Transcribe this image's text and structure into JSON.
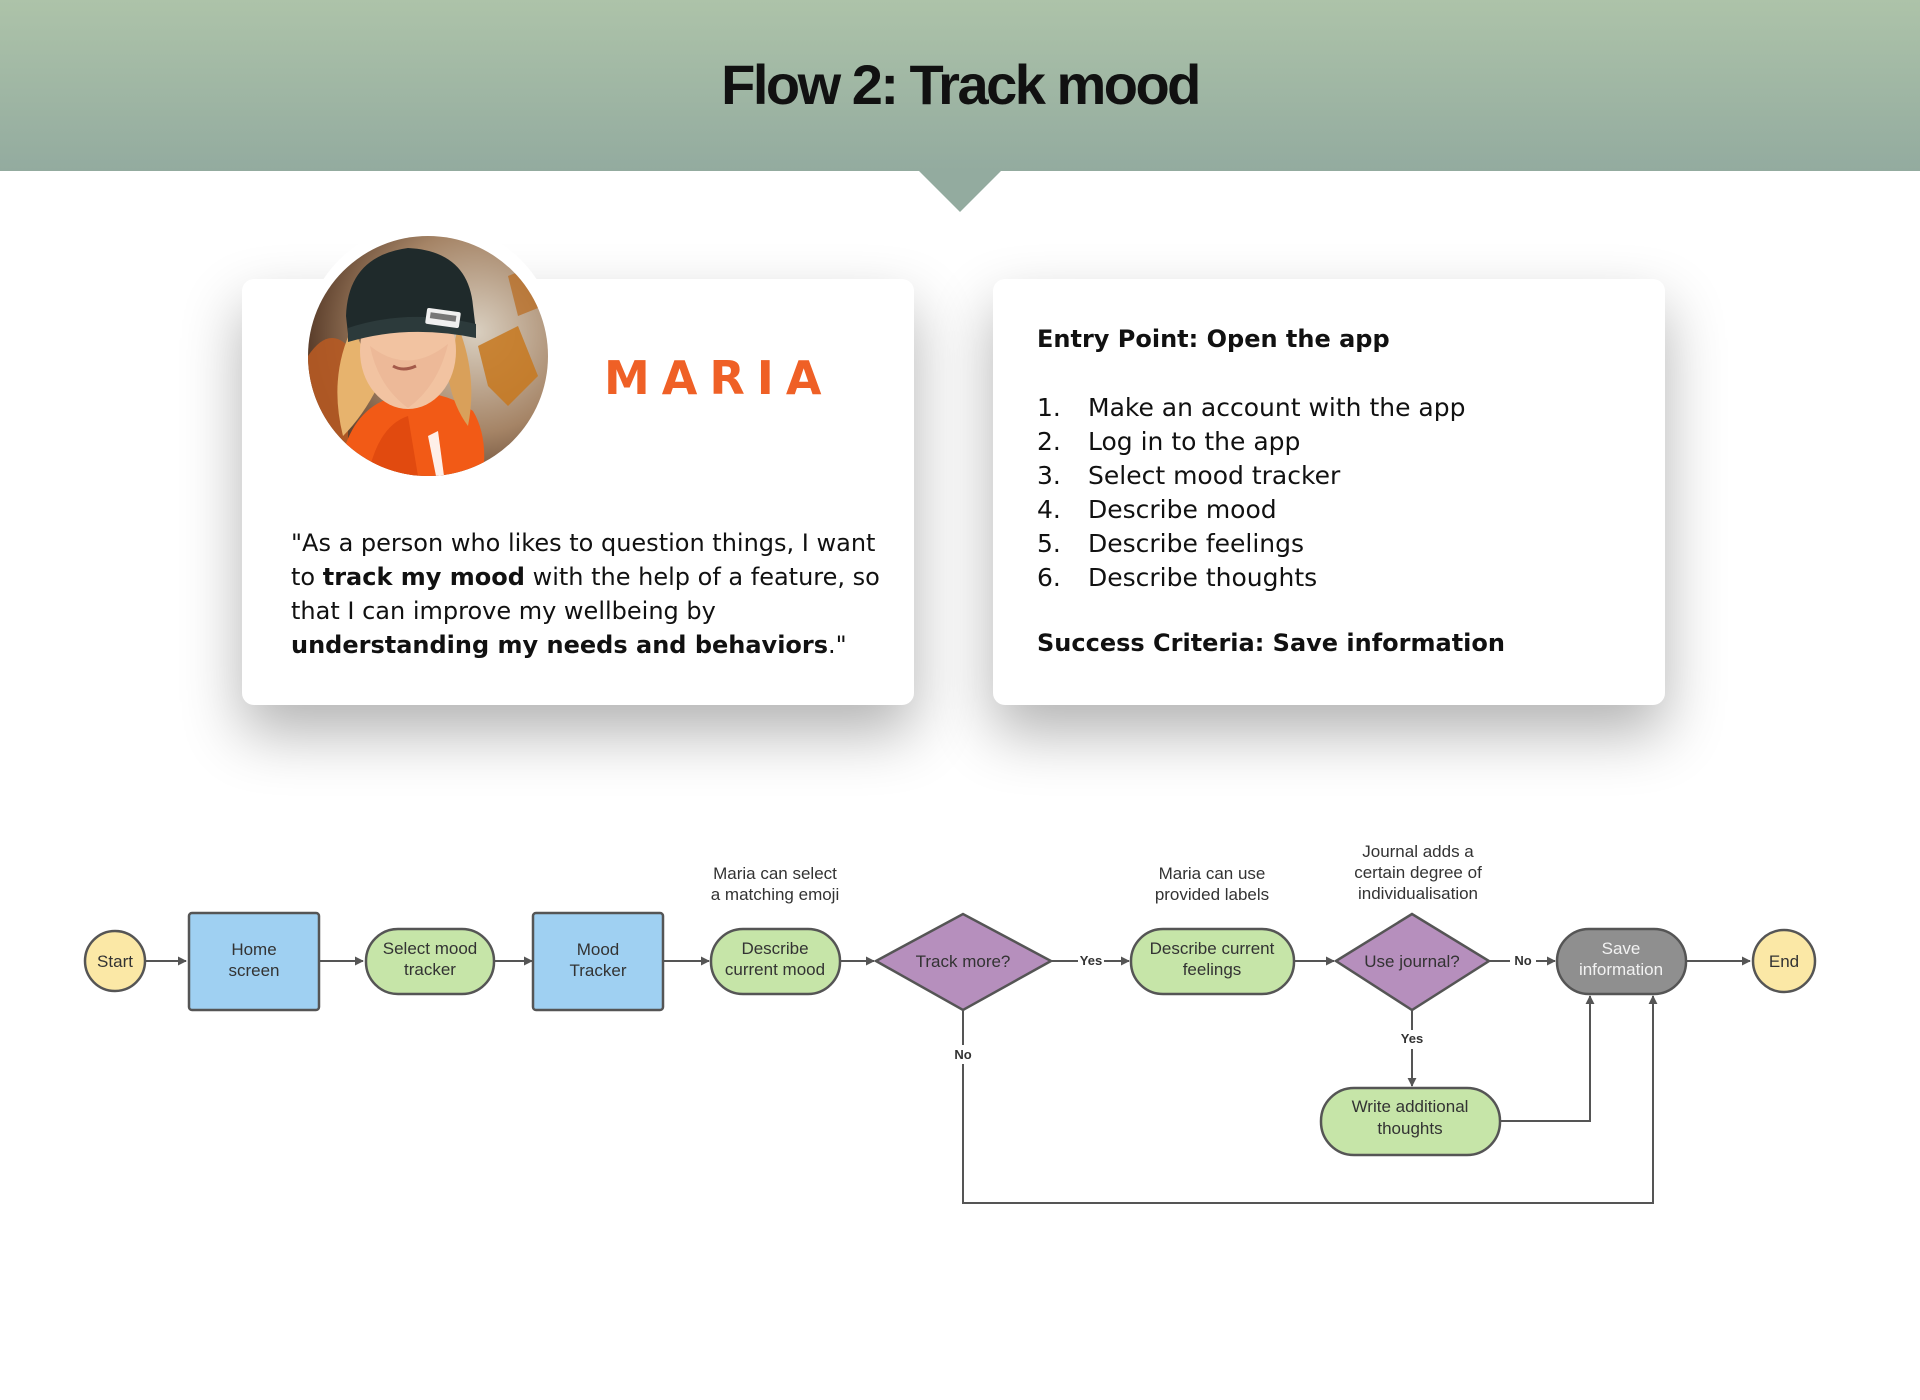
{
  "header": {
    "title": "Flow 2: Track mood"
  },
  "persona": {
    "name": "MARIA",
    "quote": {
      "part1": "\"As a person who likes to question things, I want to ",
      "bold1": "track my mood",
      "part2": " with the help of a feature, so that I can improve my wellbeing by ",
      "bold2": "understanding my needs and behaviors",
      "part3": ".\""
    }
  },
  "flow_summary": {
    "entry_point": "Entry Point: Open the app",
    "steps": [
      {
        "num": "1.",
        "text": "Make an account with the app"
      },
      {
        "num": "2.",
        "text": "Log in to the app"
      },
      {
        "num": "3.",
        "text": "Select mood tracker"
      },
      {
        "num": "4.",
        "text": "Describe mood"
      },
      {
        "num": "5.",
        "text": "Describe feelings"
      },
      {
        "num": "6.",
        "text": "Describe thoughts"
      }
    ],
    "success_criteria": "Success Criteria: Save information"
  },
  "diagram": {
    "colors": {
      "terminal": "#fbe8a6",
      "screen": "#9fd0f2",
      "action": "#c6e5a8",
      "decision": "#b68fbd",
      "end_process": "#8f8f8f",
      "stroke": "#555555"
    },
    "nodes": {
      "start": "Start",
      "home_1": "Home",
      "home_2": "screen",
      "select_1": "Select mood",
      "select_2": "tracker",
      "tracker_1": "Mood",
      "tracker_2": "Tracker",
      "mood_1": "Describe",
      "mood_2": "current mood",
      "track_more": "Track more?",
      "feel_1": "Describe current",
      "feel_2": "feelings",
      "journal": "Use journal?",
      "save_1": "Save",
      "save_2": "information",
      "end": "End",
      "write_1": "Write additional",
      "write_2": "thoughts"
    },
    "edge_labels": {
      "track_yes": "Yes",
      "track_no": "No",
      "journal_no": "No",
      "journal_yes": "Yes"
    },
    "annotations": {
      "emoji_1": "Maria can select",
      "emoji_2": "a matching emoji",
      "labels_1": "Maria can use",
      "labels_2": "provided labels",
      "journal_1": "Journal adds a",
      "journal_2": "certain degree of",
      "journal_3": "individualisation"
    }
  }
}
